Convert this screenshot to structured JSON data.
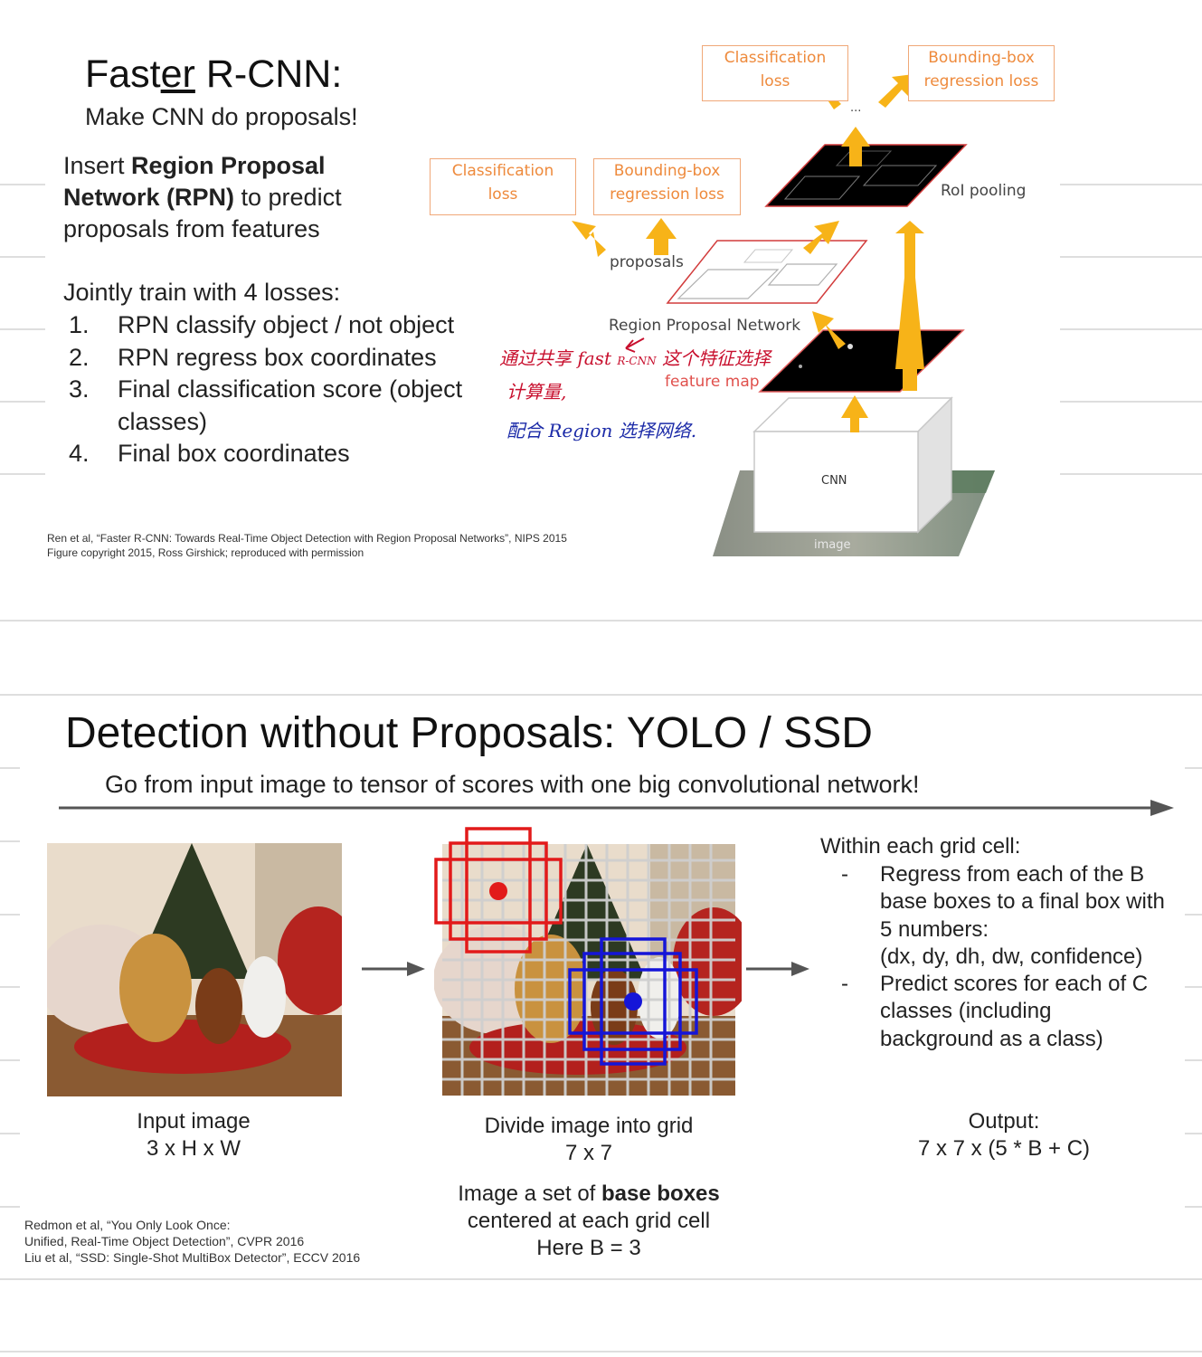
{
  "slide1": {
    "title_pre": "Fast",
    "title_under": "er",
    "title_post": " R-CNN:",
    "subtitle": "Make CNN do proposals!",
    "insert_line1_plain": "Insert ",
    "insert_line1_bold": "Region Proposal",
    "insert_line2_bold": "Network (RPN)",
    "insert_line2_plain": " to predict",
    "insert_line3": "proposals from features",
    "jointly": "Jointly train with 4 losses:",
    "losses": [
      {
        "num": "1.",
        "text": "RPN classify object / not object"
      },
      {
        "num": "2.",
        "text": "RPN regress box coordinates"
      },
      {
        "num": "3.",
        "text": "Final classification score (object"
      },
      {
        "num": "",
        "text": "classes)"
      },
      {
        "num": "4.",
        "text": "Final box coordinates"
      }
    ],
    "citation1": "Ren et al, “Faster R-CNN: Towards Real-Time Object Detection with Region Proposal Networks”, NIPS 2015",
    "citation2": "Figure copyright 2015, Ross Girshick; reproduced with permission",
    "diagram": {
      "top_cls_1": "Classification",
      "top_cls_2": "loss",
      "top_bbox_1": "Bounding-box",
      "top_bbox_2": "regression loss",
      "mid_cls_1": "Classification",
      "mid_cls_2": "loss",
      "mid_bbox_1": "Bounding-box",
      "mid_bbox_2": "regression loss",
      "ellipsis": "...",
      "roi_pooling": "RoI pooling",
      "proposals": "proposals",
      "rpn": "Region Proposal Network",
      "feature_map": "feature map",
      "cnn": "CNN",
      "image": "image"
    },
    "handwritten": {
      "line1a": "通过共享 fast ",
      "line1b": "R-CNN",
      "line1c": " 这个特征选择",
      "line2": "计算量,",
      "line3a": "配合 ",
      "line3b": "Region",
      "line3c": " 选择网络."
    }
  },
  "slide2": {
    "title": "Detection without Proposals: YOLO / SSD",
    "subtitle": "Go from input image to tensor of scores with one big convolutional network!",
    "input_label_1": "Input image",
    "input_label_2": "3 x H x W",
    "grid_label_1": "Divide image into grid",
    "grid_label_2": "7 x 7",
    "base_pre": "Image a set of ",
    "base_bold": "base boxes",
    "base_line2": "centered at each grid cell",
    "base_line3": "Here B = 3",
    "within": "Within each grid cell:",
    "bullets": [
      {
        "dash": "-",
        "lines": [
          "Regress from each of the B",
          "base boxes to a final box with",
          "5 numbers:",
          "(dx, dy, dh, dw, confidence)"
        ]
      },
      {
        "dash": "-",
        "lines": [
          "Predict scores for each of C",
          "classes (including",
          "background as a class)"
        ]
      }
    ],
    "output_1": "Output:",
    "output_2": "7 x 7 x (5 * B + C)",
    "cite1": "Redmon et al, “You Only Look Once:",
    "cite2": "Unified, Real-Time Object Detection”, CVPR 2016",
    "cite3": "Liu et al, “SSD: Single-Shot MultiBox Detector”, ECCV 2016"
  },
  "colors": {
    "orange_arrow": "#f7b318",
    "orange_text": "#ee8a3c",
    "red_box": "#e21a1a",
    "blue_box": "#1515d8",
    "handwriting_red": "#c8102e",
    "handwriting_blue": "#1c2ba8"
  }
}
